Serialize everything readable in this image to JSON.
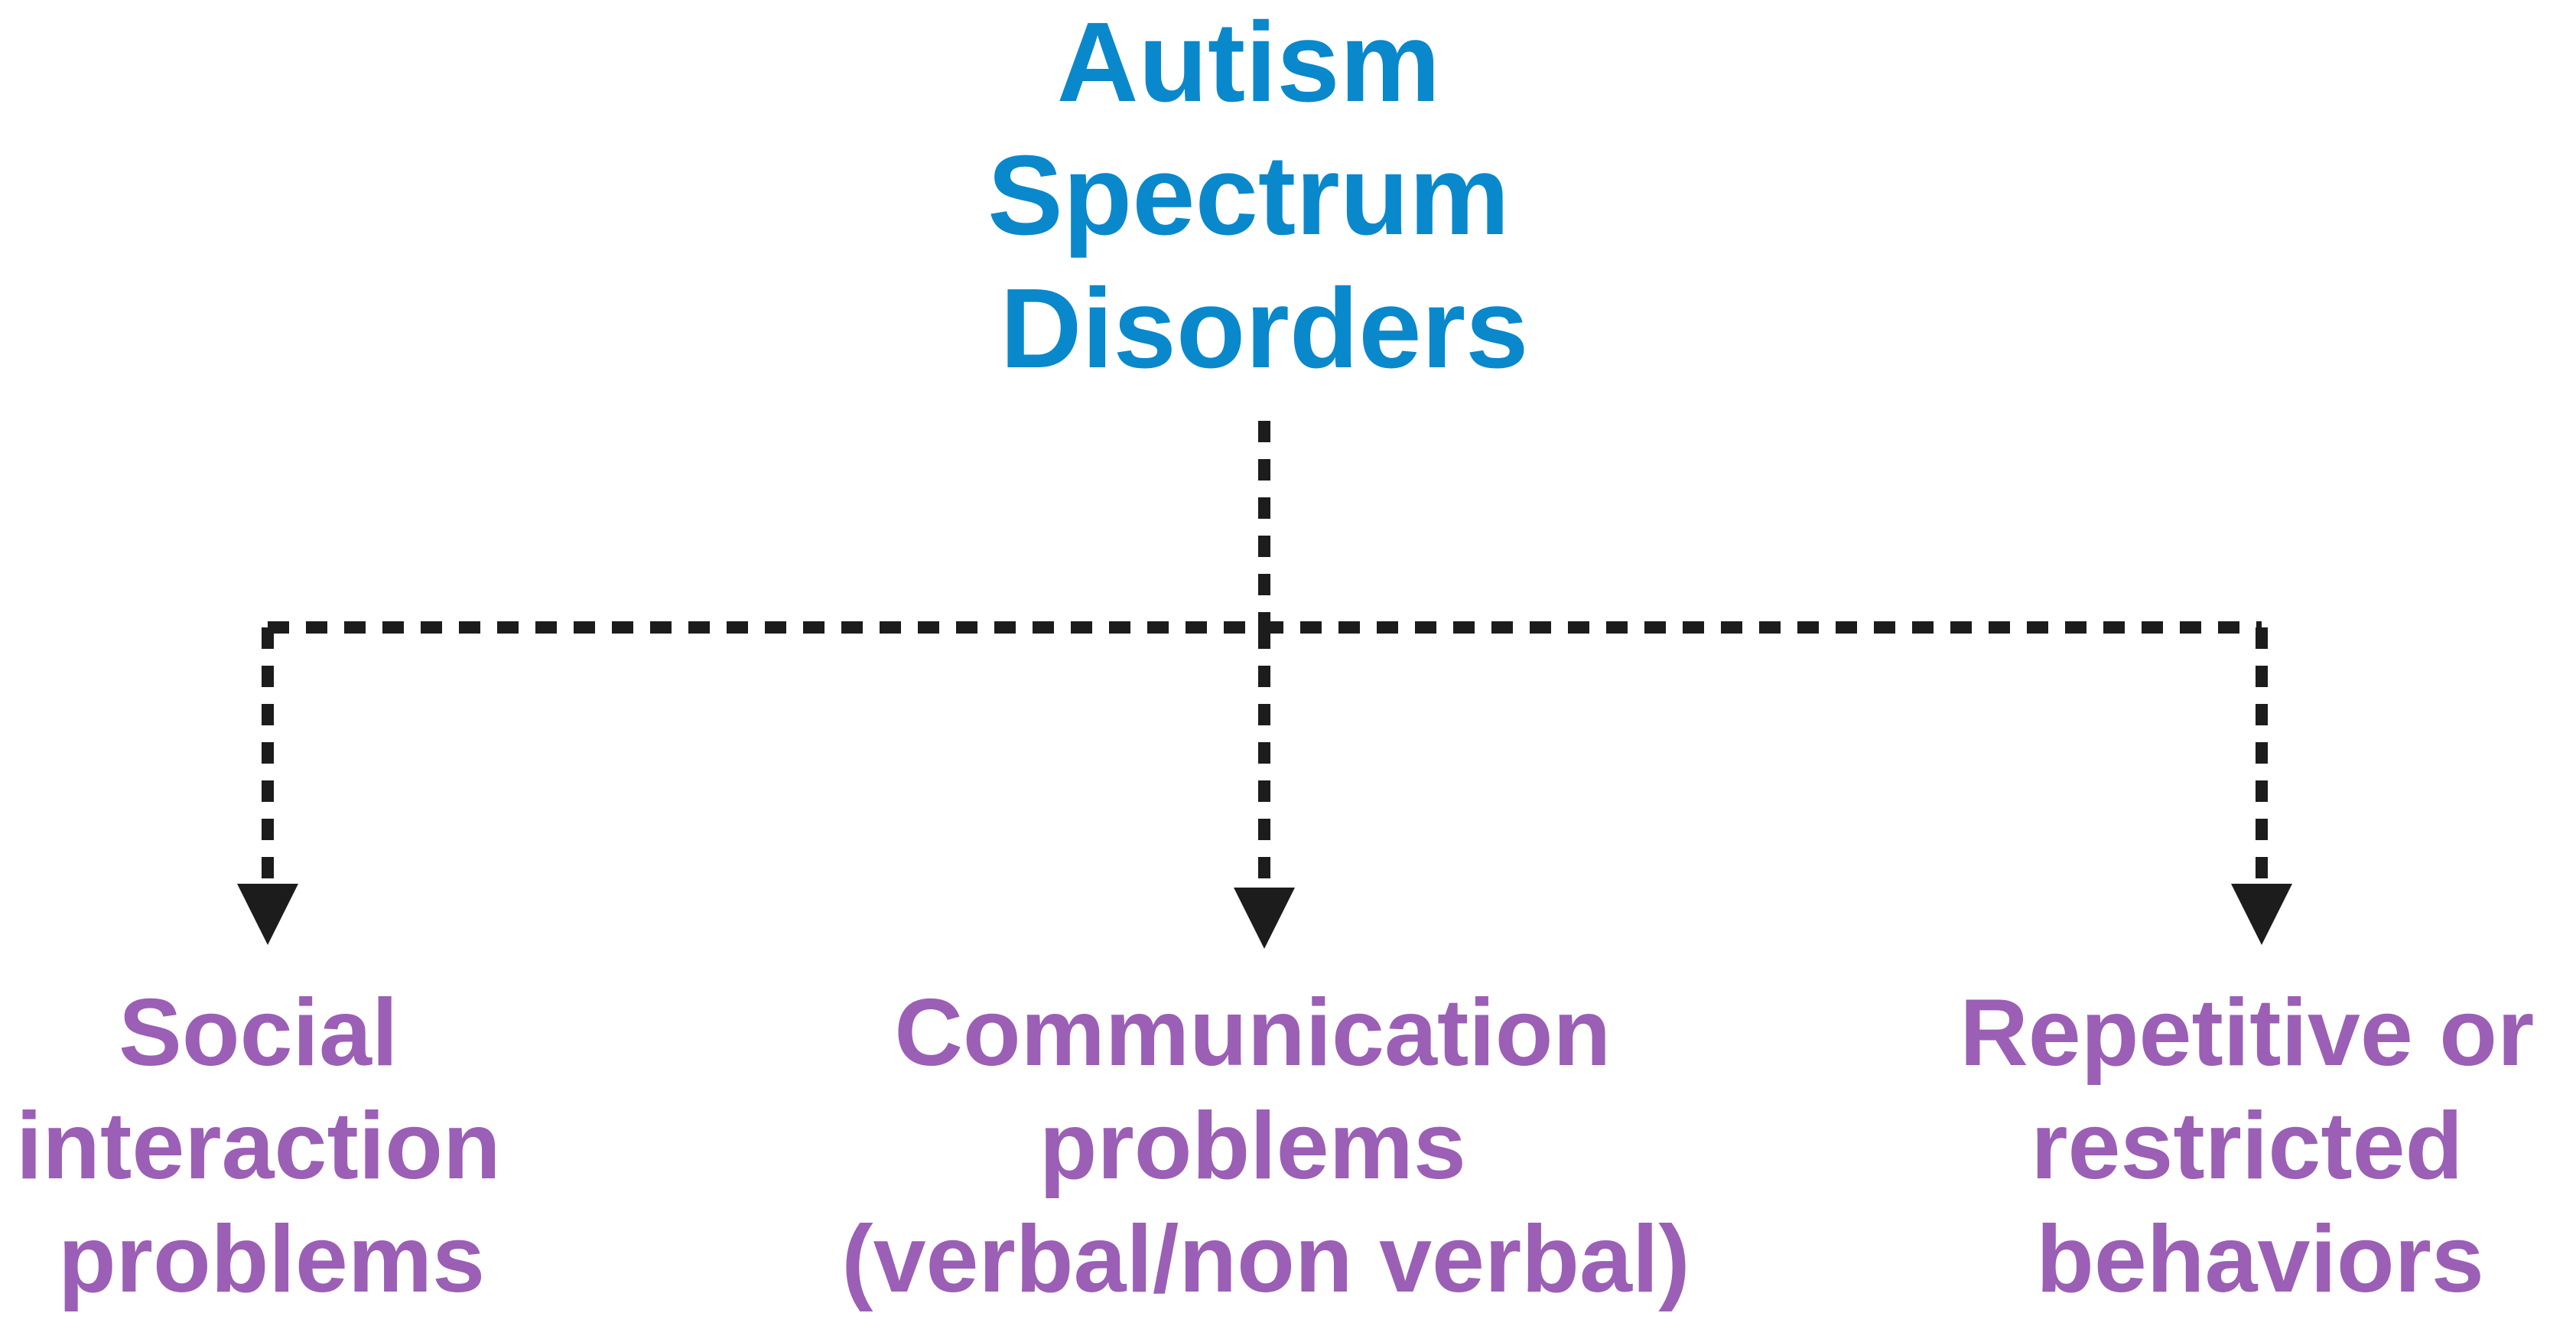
{
  "diagram": {
    "root": {
      "lines": [
        "Autism",
        "Spectrum",
        "Disorders"
      ]
    },
    "children": [
      {
        "id": "social",
        "lines": [
          "Social",
          "interaction",
          "problems"
        ]
      },
      {
        "id": "communication",
        "lines": [
          "Communication",
          "problems",
          "(verbal/non verbal)"
        ]
      },
      {
        "id": "repetitive",
        "lines": [
          "Repetitive or",
          "restricted",
          "behaviors"
        ]
      }
    ],
    "colors": {
      "root_text": "#0a88cc",
      "child_text": "#9b5fb6",
      "connector": "#1c1c1c"
    }
  }
}
